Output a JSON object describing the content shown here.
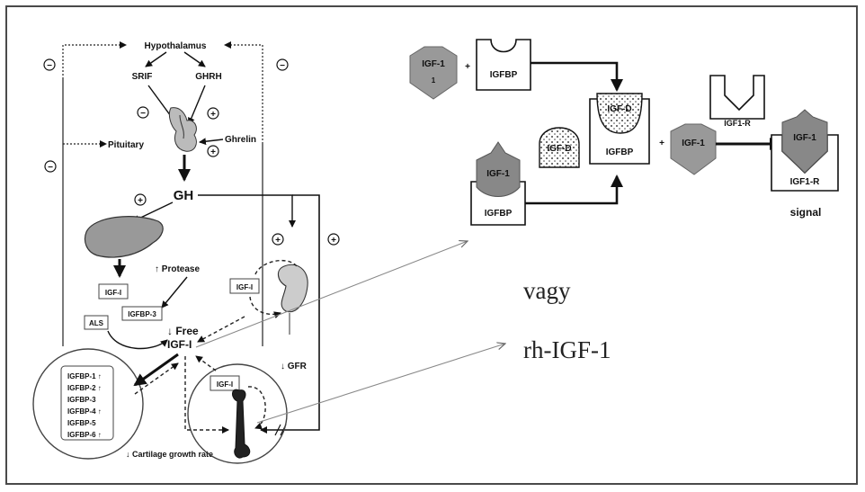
{
  "diagram": {
    "left": {
      "hypothalamus": "Hypothalamus",
      "srif": "SRIF",
      "ghrh": "GHRH",
      "pituitary": "Pituitary",
      "ghrelin": "Ghrelin",
      "gh": "GH",
      "protease": "↑ Protease",
      "igf_i_liver": "IGF-I",
      "als": "ALS",
      "igfbp3": "IGFBP-3",
      "free_igf_line1": "↓ Free",
      "free_igf_line2": "IGF-I",
      "igf_i_kidney": "IGF-I",
      "gfr": "↓ GFR",
      "igf_i_bone": "IGF-I",
      "igfbp_list": [
        "IGFBP-1 ↑",
        "IGFBP-2 ↑",
        "IGFBP-3",
        "IGFBP-4 ↑",
        "IGFBP-5",
        "IGFBP-6 ↑"
      ],
      "cartilage": "↓ Cartilage growth rate",
      "plus": "+",
      "minus": "−"
    },
    "right": {
      "igf1_a": "IGF-1",
      "igf1_a_sub": "1",
      "igfbp_a": "IGFBP",
      "igfd_inner": "IGF-D",
      "igfbp_center": "IGFBP",
      "igfd_free": "IGF-D",
      "igf1_b": "IGF-1",
      "igfbp_b": "IGFBP",
      "igf1_c": "IGF-1",
      "igf1r_top": "IGF1-R",
      "igf1_bound": "IGF-1",
      "igf1r_bound": "IGF1-R",
      "signal": "signal",
      "plus": "+"
    },
    "annotations": {
      "vagy": "vagy",
      "rh_igf1": "rh-IGF-1"
    }
  }
}
